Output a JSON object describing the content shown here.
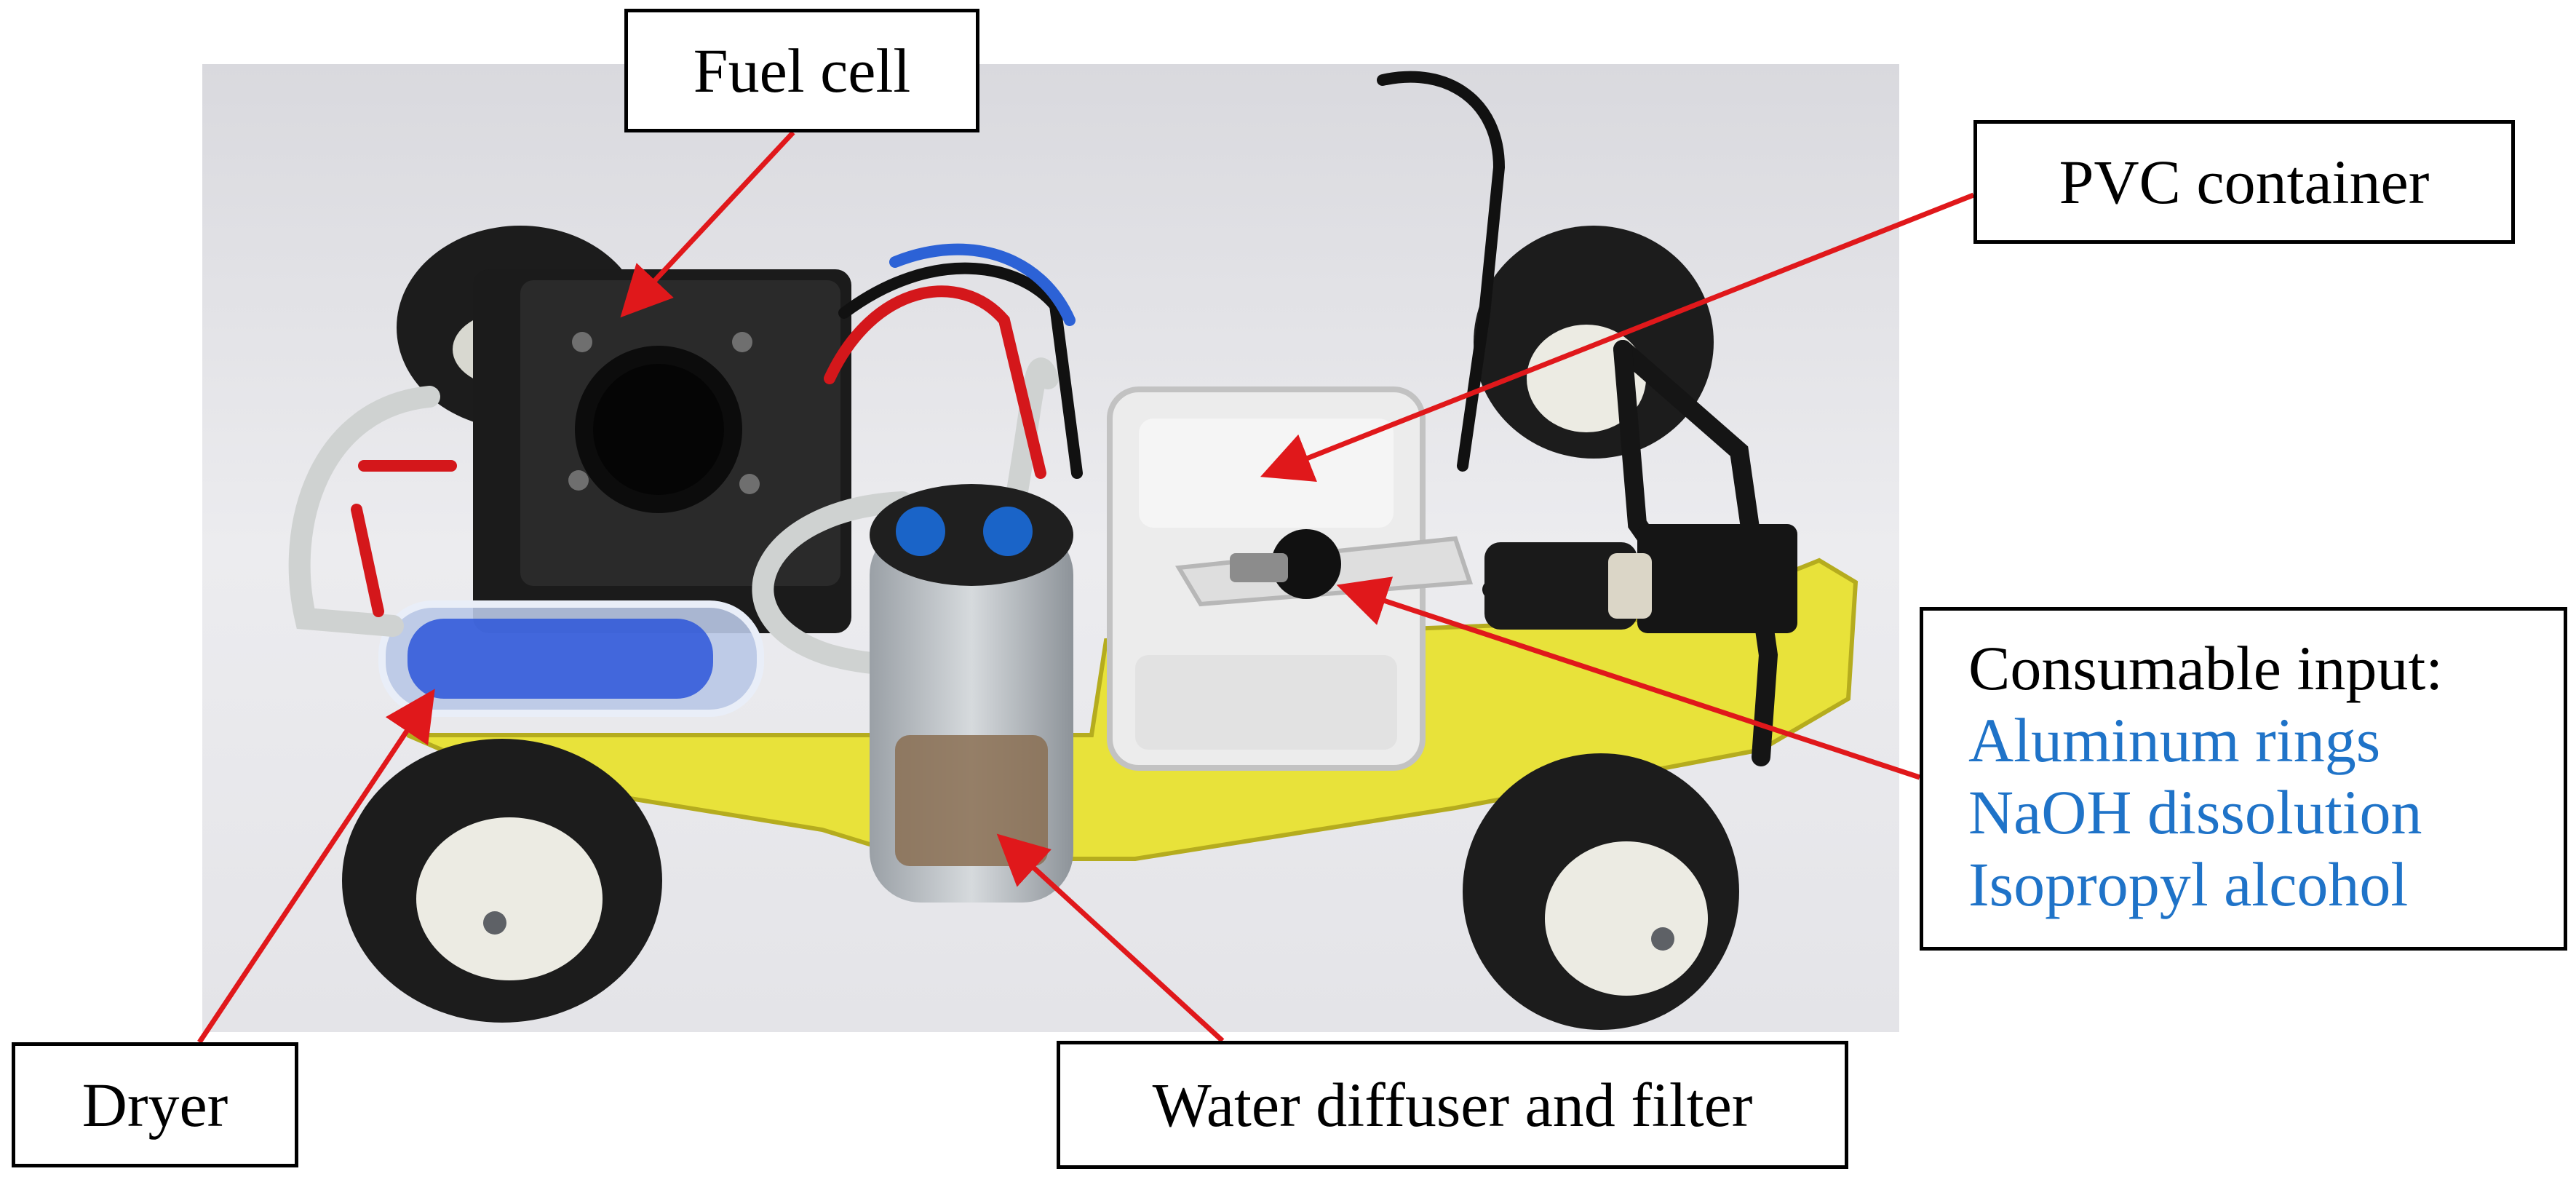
{
  "labels": {
    "fuel_cell": "Fuel cell",
    "pvc_container": "PVC container",
    "dryer": "Dryer",
    "water_diffuser": "Water diffuser and filter",
    "consumable_heading": "Consumable input:",
    "consumables": [
      "Aluminum rings",
      "NaOH dissolution",
      "Isopropyl alcohol"
    ]
  },
  "colors": {
    "arrow": "#e0181b",
    "consumable_text": "#1f73c8",
    "chassis": "#e8e23a",
    "background_photo": "#e9e9ec"
  }
}
